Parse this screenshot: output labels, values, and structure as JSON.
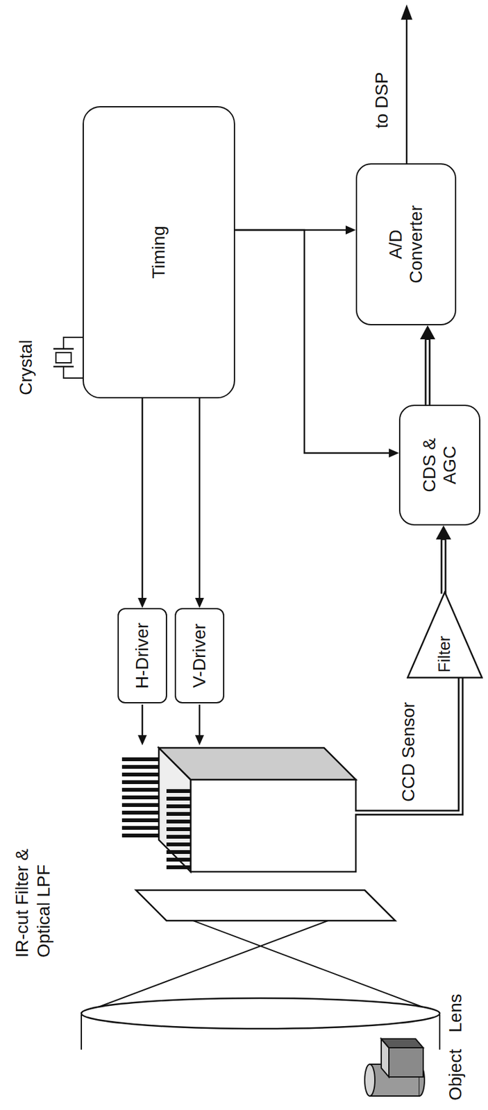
{
  "diagram": {
    "nodes": [
      {
        "text": [
          "Timing"
        ]
      },
      {
        "text": [
          "H-Driver"
        ]
      },
      {
        "text": [
          "V-Driver"
        ]
      },
      {
        "text": [
          "Filter"
        ]
      },
      {
        "text": [
          "CDS & AGC"
        ]
      },
      {
        "text": [
          "A/D Converter"
        ]
      }
    ],
    "edges": [
      {
        "from": 0,
        "to": 1,
        "arrow": "to"
      },
      {
        "from": 0,
        "to": 2,
        "arrow": "to"
      },
      {
        "from": 0,
        "to": 5,
        "arrow": "to"
      },
      {
        "from": 0,
        "to": 4,
        "arrow": "to"
      },
      {
        "from": 3,
        "to": 4,
        "arrow": "to"
      },
      {
        "from": 4,
        "to": 5,
        "arrow": "to"
      }
    ],
    "labels": [
      "Object",
      "Lens",
      "IR-cut Filter & Optical LPF",
      "CCD Sensor",
      "Crystal",
      "to DSP"
    ]
  }
}
